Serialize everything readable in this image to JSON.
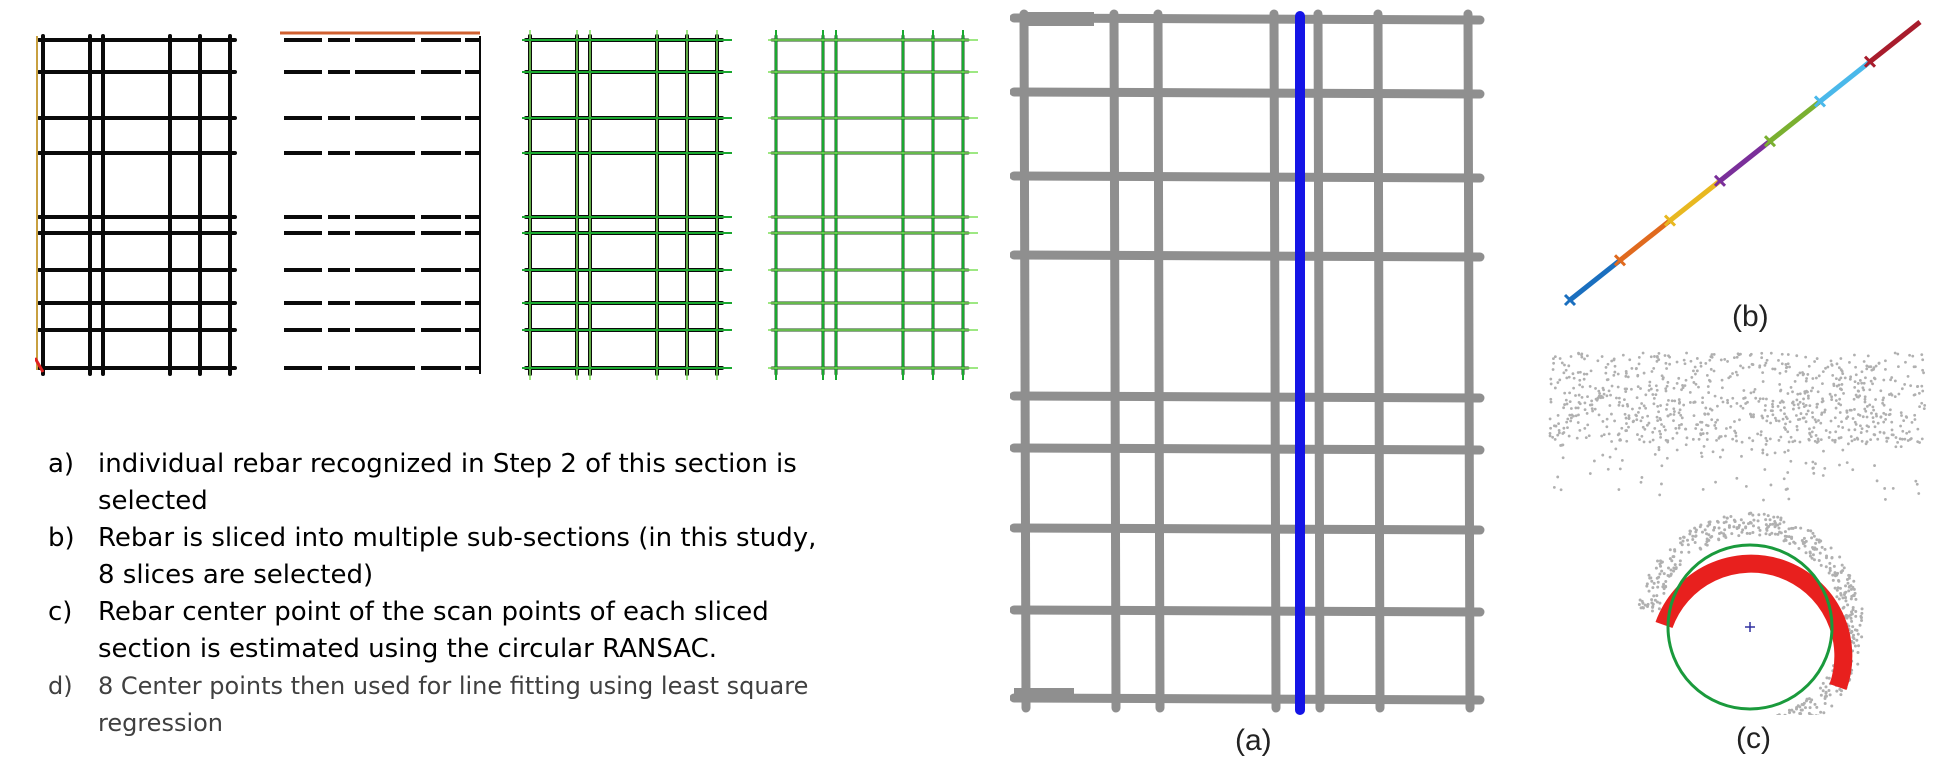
{
  "steps": [
    {
      "marker": "a)",
      "text": "individual rebar recognized in Step 2 of this section is selected"
    },
    {
      "marker": "b)",
      "text": "Rebar is sliced into multiple sub-sections (in this study, 8 slices are selected)"
    },
    {
      "marker": "c)",
      "text": "Rebar center point of the scan points of each sliced section is estimated using the circular RANSAC."
    },
    {
      "marker": "d)",
      "text": "8 Center points then used for line fitting using least square regression"
    }
  ],
  "captions": {
    "a": "(a)",
    "b": "(b)",
    "c": "(c)"
  },
  "colors": {
    "rebar_black": "#0a0a0a",
    "fit_green": "#1aa830",
    "light_green": "#7ee05a",
    "grid_grey": "#8f8f8f",
    "selected_blue": "#1414e6",
    "scan_grey": "#b0b0b0",
    "inlier_red": "#e8201e",
    "circle_green": "#1a9a3c",
    "center_blue": "#3030a0",
    "slice_colors": [
      "#1a6fbf",
      "#e06a1e",
      "#e8b820",
      "#7a2f9a",
      "#7ab030",
      "#4ab8ea",
      "#a81c2c"
    ]
  },
  "icons": {
    "center_marker": "plus-icon",
    "slice_marker": "x-marker-icon"
  }
}
